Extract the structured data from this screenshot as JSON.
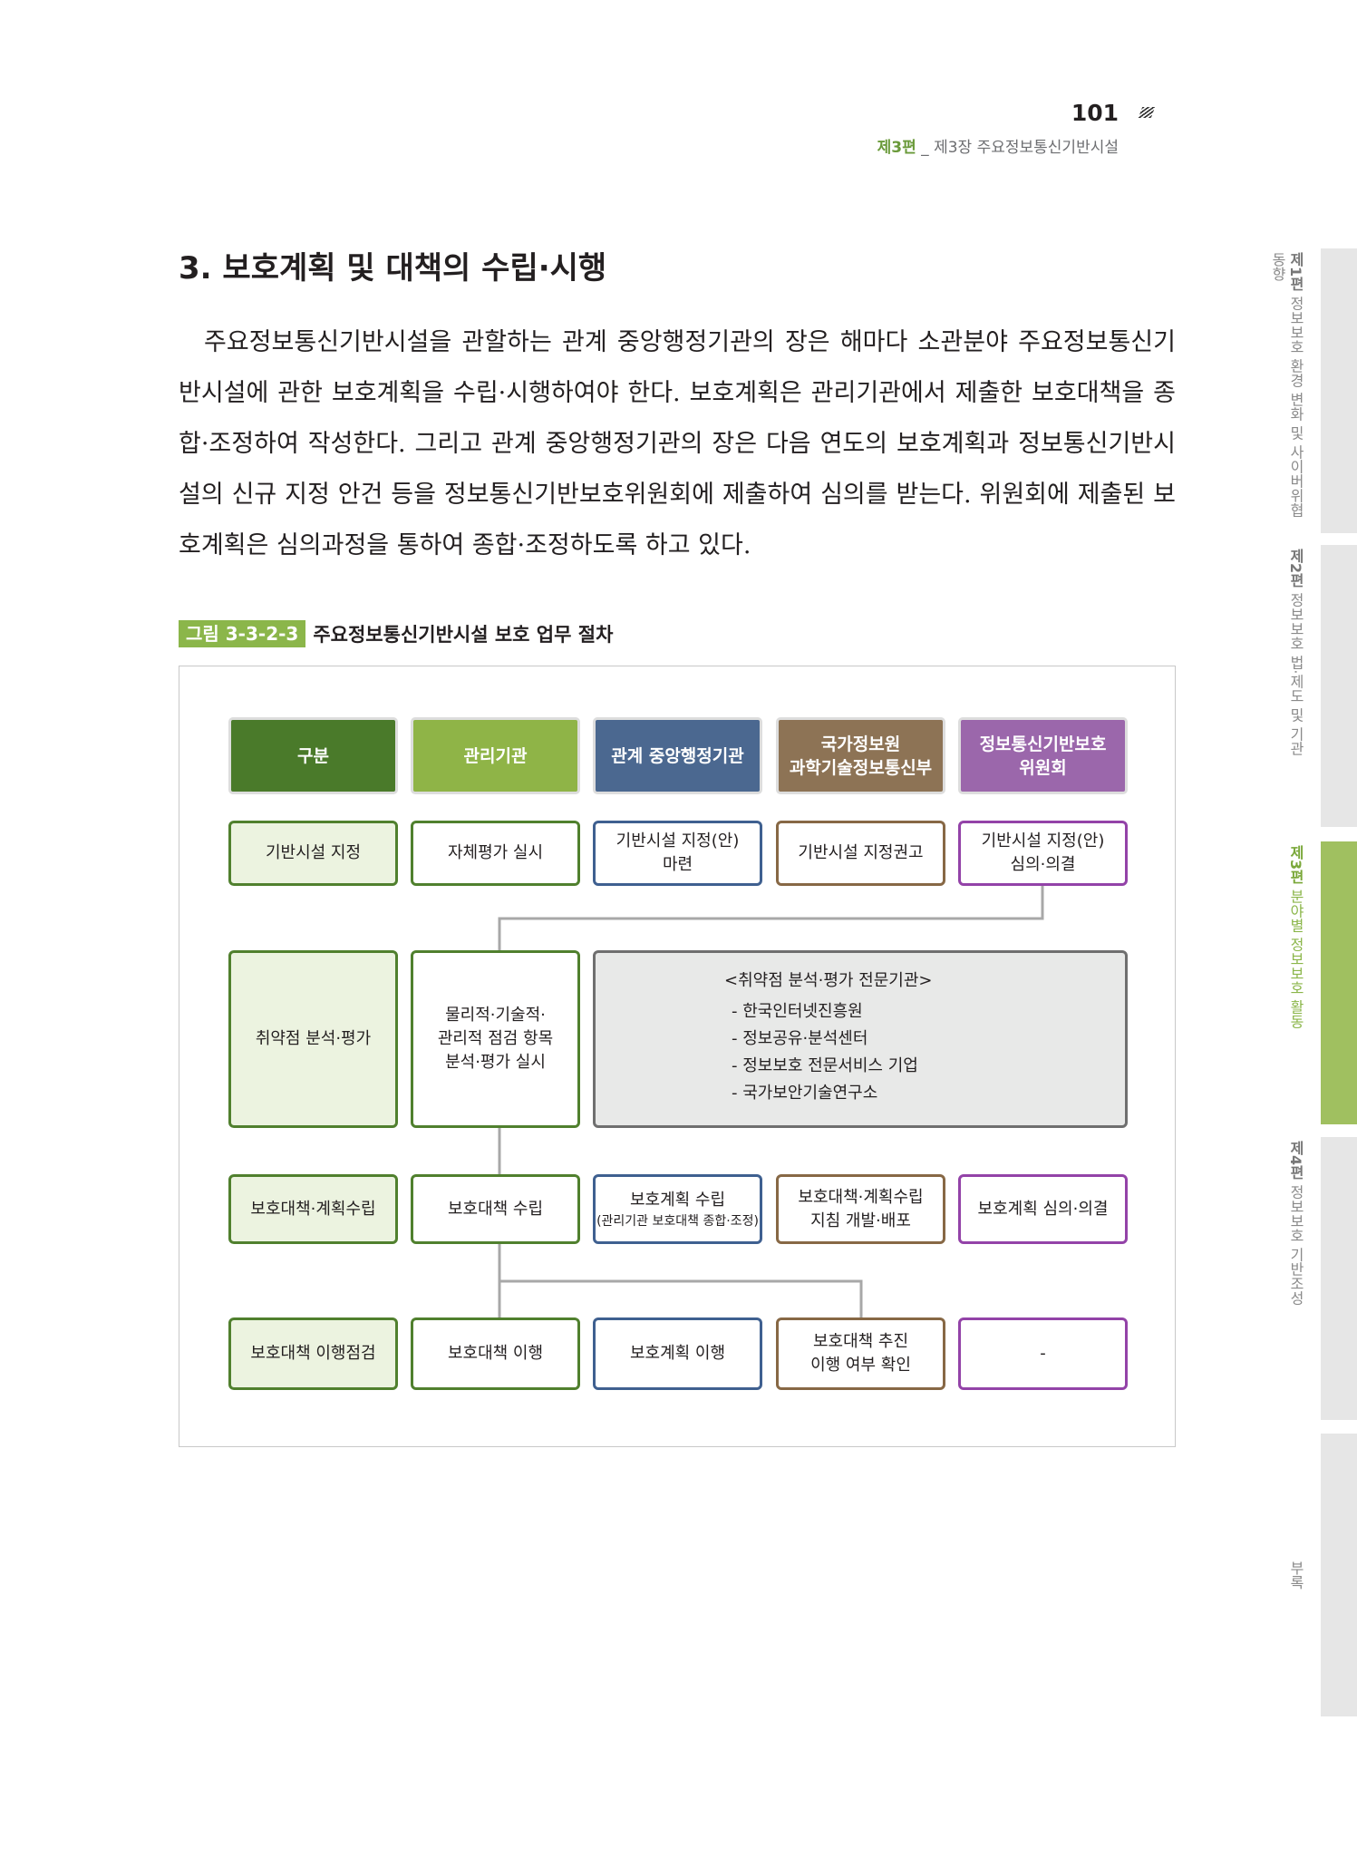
{
  "header": {
    "page_number": "101",
    "part": "제3편",
    "separator": " _ ",
    "chapter": "제3장 주요정보통신기반시설"
  },
  "section": {
    "heading": "3. 보호계획 및 대책의 수립·시행",
    "paragraph": "주요정보통신기반시설을 관할하는 관계 중앙행정기관의 장은 해마다 소관분야 주요정보통신기반시설에 관한 보호계획을 수립·시행하여야 한다. 보호계획은 관리기관에서 제출한 보호대책을 종합·조정하여 작성한다. 그리고 관계 중앙행정기관의 장은 다음 연도의 보호계획과 정보통신기반시설의 신규 지정 안건 등을 정보통신기반보호위원회에 제출하여 심의를 받는다. 위원회에 제출된 보호계획은 심의과정을 통하여 종합·조정하도록 하고 있다."
  },
  "figure": {
    "label": "그림 3-3-2-3",
    "title": "주요정보통신기반시설 보호 업무 절차",
    "headers": [
      "구분",
      "관리기관",
      "관계 중앙행정기관",
      "국가정보원\n과학기술정보통신부",
      "정보통신기반보호\n위원회"
    ],
    "header_colors": [
      "#4a7a2a",
      "#8fb447",
      "#4b6890",
      "#8d7355",
      "#9b67ab"
    ],
    "rows": [
      [
        "기반시설 지정",
        "자체평가 실시",
        "기반시설 지정(안)\n마련",
        "기반시설 지정권고",
        "기반시설 지정(안)\n심의·의결"
      ],
      [
        "취약점 분석·평가",
        "물리적·기술적·\n관리적 점검 항목\n분석·평가 실시"
      ],
      [
        "보호대책·계획수립",
        "보호대책 수립",
        "보호계획 수립",
        "보호대책·계획수립\n지침 개발·배포",
        "보호계획 심의·의결"
      ],
      [
        "보호대책 이행점검",
        "보호대책 이행",
        "보호계획 이행",
        "보호대책 추진\n이행 여부 확인",
        "-"
      ]
    ],
    "plan_note": "(관리기관 보호대책 종합·조정)",
    "experts": {
      "title": "<취약점 분석·평가 전문기관>",
      "items": [
        "- 한국인터넷진흥원",
        "- 정보공유·분석센터",
        "- 정보보호 전문서비스 기업",
        "- 국가보안기술연구소"
      ]
    }
  },
  "side_tabs": [
    {
      "part": "제1편",
      "title": "정보보호 환경 변화 및 사이버위협 동향"
    },
    {
      "part": "제2편",
      "title": "정보보호 법·제도 및 기관"
    },
    {
      "part": "제3편",
      "title": "분야별 정보보호 활동"
    },
    {
      "part": "제4편",
      "title": "정보보호 기반조성"
    },
    {
      "part": "",
      "title": "부록"
    }
  ]
}
